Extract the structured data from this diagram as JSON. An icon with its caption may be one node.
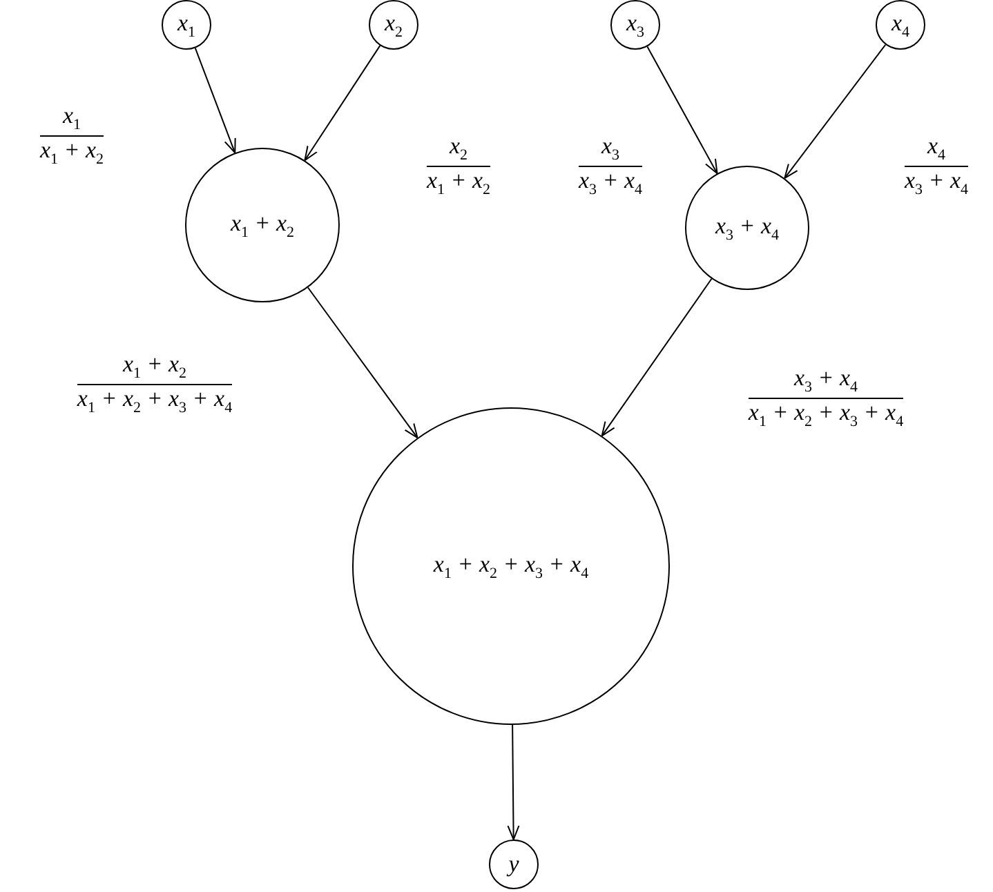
{
  "diagram": {
    "nodes": [
      {
        "text": [
          "x$_{1}$"
        ]
      },
      {
        "text": [
          "x$_{2}$"
        ]
      },
      {
        "text": [
          "x$_{3}$"
        ]
      },
      {
        "text": [
          "x$_{4}$"
        ]
      },
      {
        "text": [
          "x$_{1}$ + x$_{2}$"
        ]
      },
      {
        "text": [
          "x$_{3}$ + x$_{4}$"
        ]
      },
      {
        "text": [
          "x$_{1}$ + x$_{2}$ + x$_{3}$ + x$_{4}$"
        ]
      },
      {
        "text": [
          "y"
        ]
      }
    ],
    "edges": [
      {
        "from": 0,
        "to": 4,
        "arrow": "to",
        "label": "x$_{1}$ x$_{1}$ + x$_{2}$"
      },
      {
        "from": 1,
        "to": 4,
        "arrow": "to",
        "label": "x$_{2}$ x$_{1}$ + x$_{2}$"
      },
      {
        "from": 2,
        "to": 5,
        "arrow": "to",
        "label": "x$_{3}$ x$_{3}$ + x$_{4}$"
      },
      {
        "from": 3,
        "to": 5,
        "arrow": "to",
        "label": "x$_{4}$ x$_{3}$ + x$_{4}$"
      },
      {
        "from": 4,
        "to": 6,
        "arrow": "to",
        "label": "x$_{1}$ + x$_{2}$ x$_{1}$ + x$_{2}$ + x$_{3}$ + x$_{4}$"
      },
      {
        "from": 5,
        "to": 6,
        "arrow": "to",
        "label": "x$_{3}$ + x$_{4}$ x$_{1}$ + x$_{2}$ + x$_{3}$ + x$_{4}$"
      },
      {
        "from": 6,
        "to": 7,
        "arrow": "to"
      }
    ]
  }
}
